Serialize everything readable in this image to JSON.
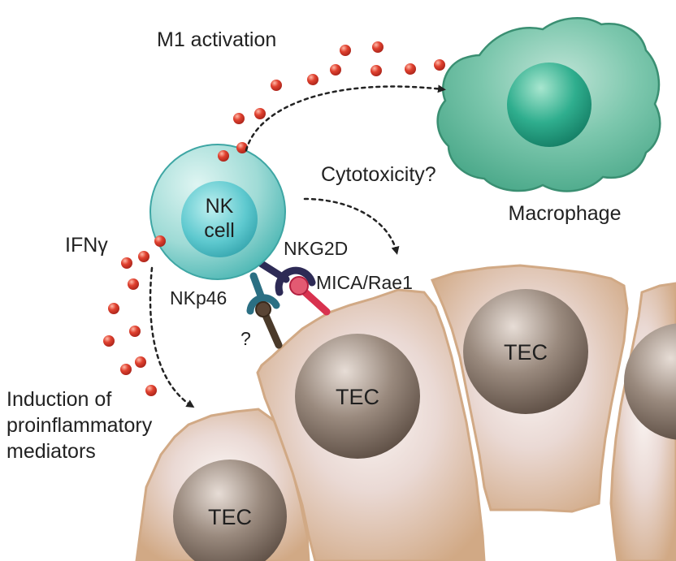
{
  "labels": {
    "m1_activation": "M1 activation",
    "cytotoxicity": "Cytotoxicity?",
    "macrophage": "Macrophage",
    "ifng": "IFNγ",
    "nkg2d": "NKG2D",
    "mica_rae1": "MICA/Rae1",
    "nkp46": "NKp46",
    "unknown_ligand": "?",
    "induction_line1": "Induction of",
    "induction_line2": "proinflammatory",
    "induction_line3": "mediators",
    "nk_line1": "NK",
    "nk_line2": "cell",
    "tec": "TEC"
  },
  "colors": {
    "nk_cell": "#9fdbd6",
    "nk_nucleus": "#4fc0c8",
    "macrophage": "#6dbfa6",
    "macrophage_nucleus": "#1f9e82",
    "tec_cytoplasm": "#d1a985",
    "tec_nucleus": "#6e5e52",
    "ifng_dot": "#d93a2b",
    "nkg2d_receptor": "#2d2a55",
    "mica_ligand": "#d8324f",
    "nkp46_receptor": "#2b6f83",
    "unknown_ligand": "#4a3a2a",
    "arrow": "#222222"
  }
}
